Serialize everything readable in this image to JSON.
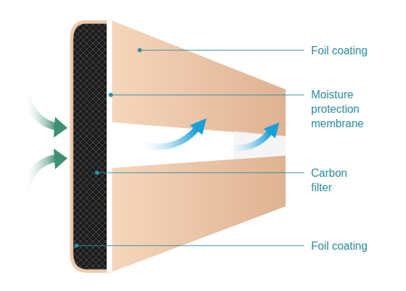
{
  "diagram": {
    "labels": [
      "Foil coating",
      "Moisture protection membrane",
      "Carbon filter",
      "Foil coating"
    ]
  }
}
